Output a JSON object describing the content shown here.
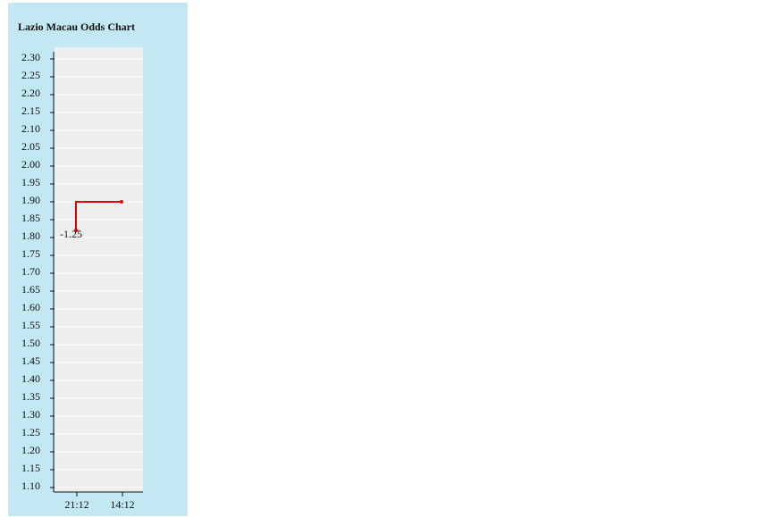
{
  "chart_data": {
    "type": "line",
    "title": "Lazio Macau Odds Chart",
    "xlabel": "",
    "ylabel": "",
    "x": [
      "21:12",
      "14:12"
    ],
    "ylim": [
      1.05,
      2.3
    ],
    "yticks": [
      "1.10",
      "1.15",
      "1.20",
      "1.25",
      "1.30",
      "1.35",
      "1.40",
      "1.45",
      "1.50",
      "1.55",
      "1.60",
      "1.65",
      "1.70",
      "1.75",
      "1.80",
      "1.85",
      "1.90",
      "1.95",
      "2.00",
      "2.05",
      "2.10",
      "2.15",
      "2.20",
      "2.25",
      "2.30"
    ],
    "grid": true,
    "series": [
      {
        "color": "#e0000b",
        "step": true,
        "points": [
          {
            "x": "21:12",
            "y": 1.82
          },
          {
            "x": "21:12",
            "y": 1.9
          },
          {
            "x": "14:12",
            "y": 1.9
          }
        ]
      }
    ],
    "annotations": [
      {
        "text": "-1.25",
        "x": "21:12",
        "y": 1.82
      }
    ],
    "colors": {
      "panel": "#c2e8f2",
      "plot": "#eeeeee",
      "line": "#e0000b"
    }
  }
}
